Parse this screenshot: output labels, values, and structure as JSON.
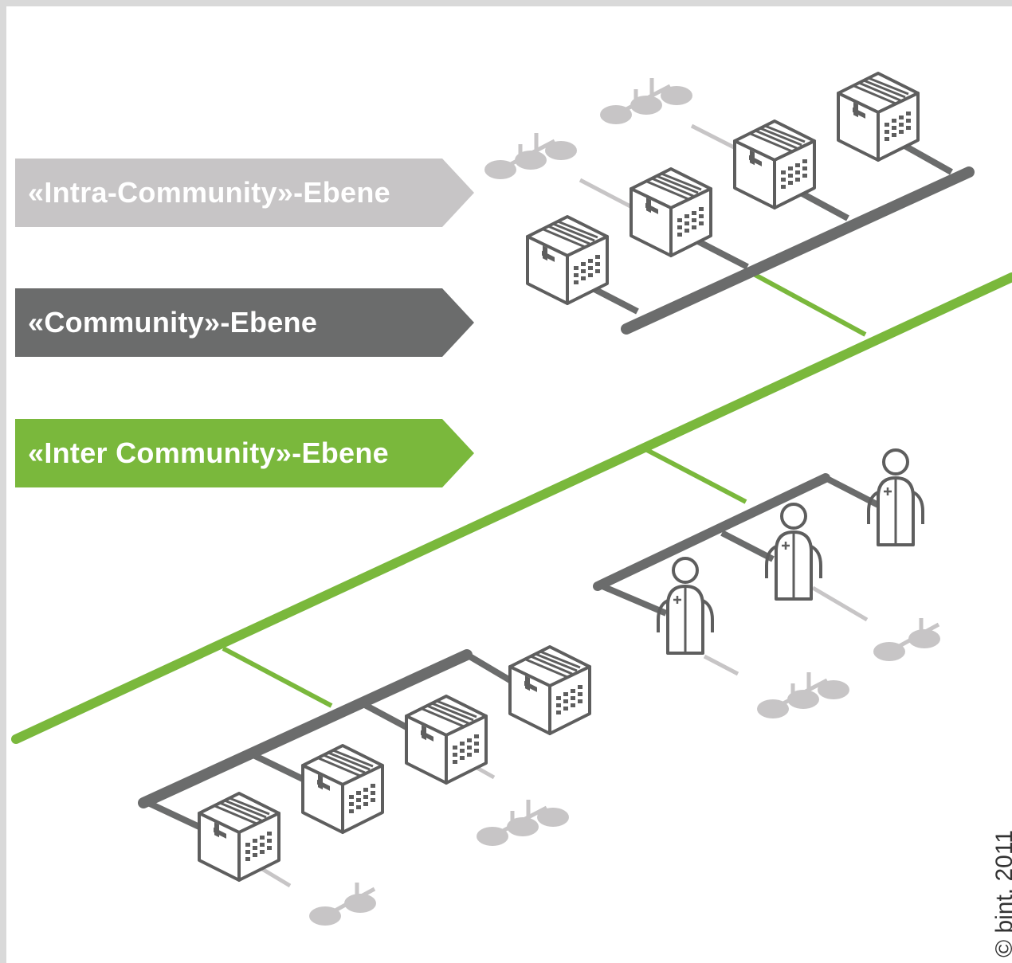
{
  "levels": [
    {
      "label": "«Intra-Community»-Ebene",
      "color": "#c7c5c6"
    },
    {
      "label": "«Community»-Ebene",
      "color": "#6b6c6c"
    },
    {
      "label": "«Inter Community»-Ebene",
      "color": "#7ab83c"
    }
  ],
  "copyright": "© bint, 2011",
  "icons": {
    "hospital": "hospital-building-icon",
    "doctor": "doctor-icon",
    "patient_records": "record-tree-icon"
  },
  "colors": {
    "light_gray": "#c7c5c6",
    "dark_gray": "#6b6c6c",
    "green": "#7ab83c",
    "outline": "#5e5e5e"
  }
}
